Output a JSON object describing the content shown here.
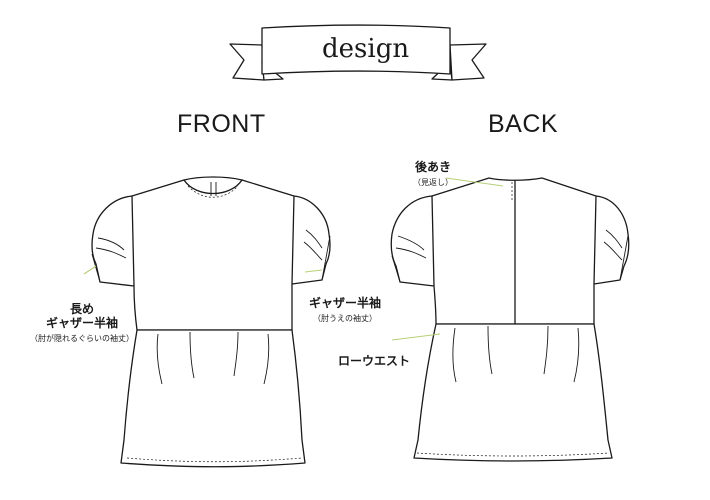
{
  "banner": {
    "title": "design"
  },
  "views": {
    "front_label": "FRONT",
    "back_label": "BACK"
  },
  "callouts": {
    "front_sleeve_left": {
      "line1": "長め",
      "line2": "ギャザー半袖",
      "note": "（肘が隠れるぐらいの袖丈）"
    },
    "front_sleeve_right": {
      "line1": "ギャザー半袖",
      "note": "（肘うえの袖丈）"
    },
    "back_opening": {
      "line1": "後あき",
      "note": "（見返し）"
    },
    "low_waist": {
      "line1": "ローウエスト"
    }
  },
  "colors": {
    "ink": "#1a1a1a",
    "leader": "#b8cf7a",
    "background": "#ffffff"
  }
}
